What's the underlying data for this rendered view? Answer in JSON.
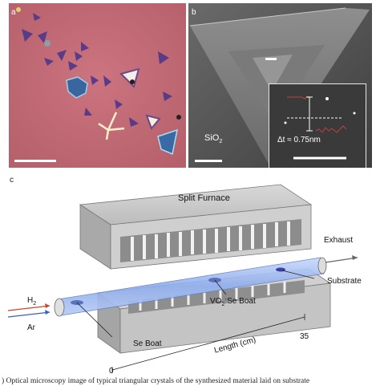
{
  "panels": {
    "a": {
      "letter": "a"
    },
    "b": {
      "letter": "b",
      "substrate_label": "SiO",
      "substrate_sub": "2",
      "inset": {
        "delta_label": "Δt ≈ 0.75nm"
      }
    },
    "c": {
      "letter": "c"
    }
  },
  "furnace": {
    "title": "Split Furnace",
    "exhaust": "Exhaust",
    "substrate": "Substrate",
    "h2": "H",
    "h2_sub": "2",
    "ar": "Ar",
    "vo2_boat": "VO",
    "vo2_sub": "2",
    "vo2_rest": ":Se Boat",
    "se_boat": "Se Boat",
    "axis_label": "Length (cm)",
    "axis_start": "0",
    "axis_end": "35"
  },
  "colors": {
    "optical_bg": "#c46a74",
    "crystal": "#5a3c86",
    "tube": "#9fb8f0",
    "gas_h2": "#d0402a",
    "gas_ar": "#3a5fc0"
  },
  "caption": ") Optical microscopy image of typical triangular crystals of the synthesized material laid on substrate"
}
